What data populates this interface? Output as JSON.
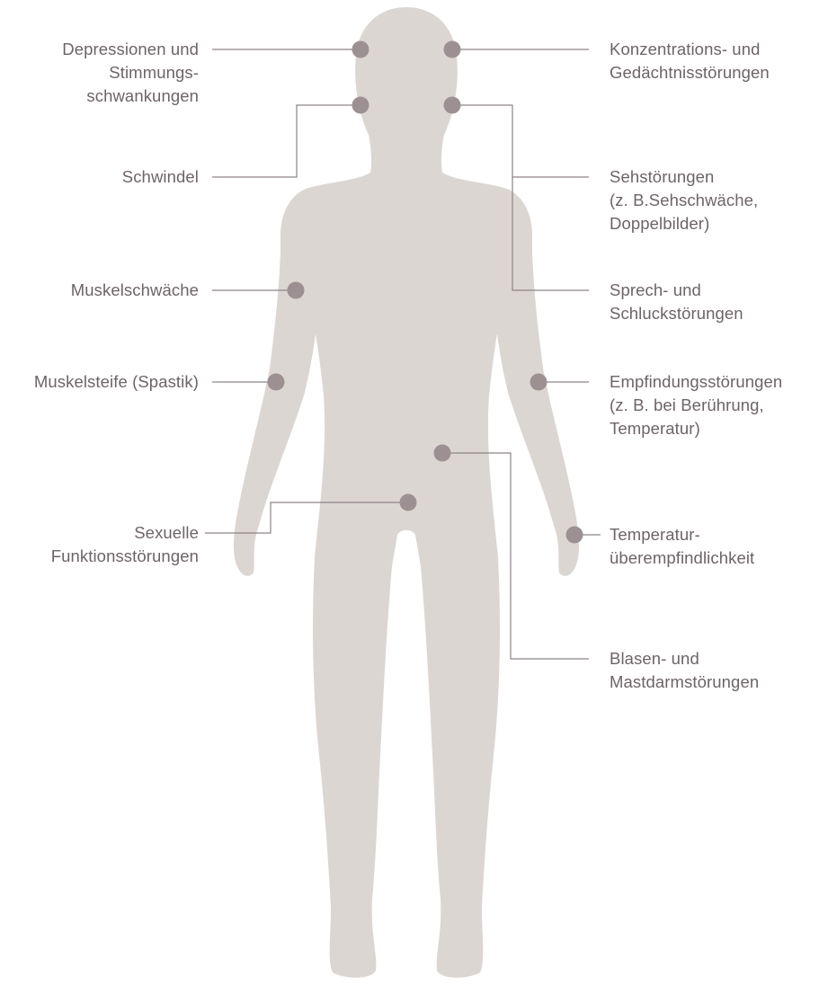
{
  "colors": {
    "body": "#dcd6d3",
    "dot": "#9d9092",
    "line": "#8d8486",
    "text": "#6e6466"
  },
  "labels": {
    "depression": [
      "Depressionen und",
      "Stimmungs-",
      "schwankungen"
    ],
    "concentration": [
      "Konzentrations- und",
      "Gedächtnisstörungen"
    ],
    "dizziness": [
      "Schwindel"
    ],
    "vision": [
      "Sehstörungen",
      "(z. B.Sehschwäche,",
      "Doppelbilder)"
    ],
    "muscle_weakness": [
      "Muskelschwäche"
    ],
    "speech": [
      "Sprech- und",
      "Schluckstörungen"
    ],
    "spasticity": [
      "Muskelsteife (Spastik)"
    ],
    "sensation": [
      "Empfindungsstörungen",
      "(z. B. bei Berührung,",
      "Temperatur)"
    ],
    "sexual": [
      "Sexuelle",
      "Funktionsstörungen"
    ],
    "temperature": [
      "Temperatur-",
      "überempfindlichkeit"
    ],
    "bladder": [
      "Blasen- und",
      "Mastdarmstörungen"
    ]
  }
}
